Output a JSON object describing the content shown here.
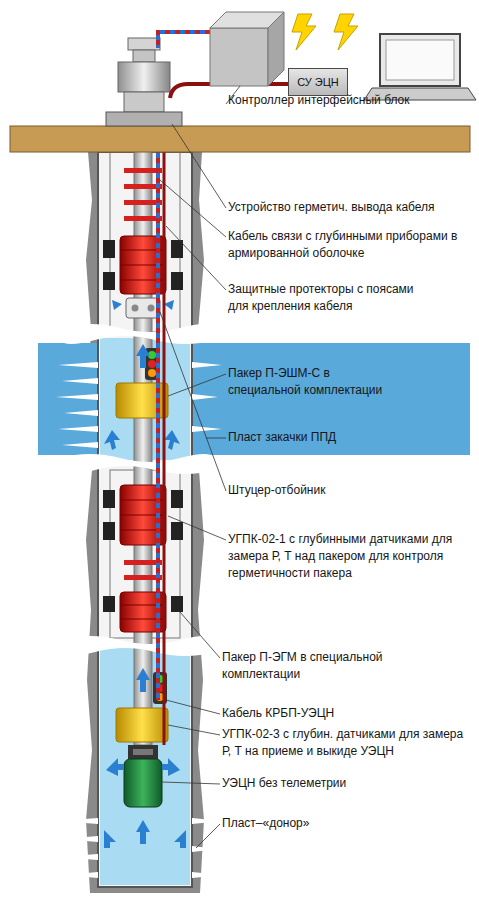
{
  "diagram": {
    "nodes": [
      {
        "text": [
          "СУ ЭЦН"
        ]
      }
    ],
    "labels": [
      "Контроллер интерфейсный блок",
      "Устройство герметич. вывода кабеля",
      "Кабель связи с глубинными приборами в армированной оболочке",
      "Защитные протекторы с поясами для крепления кабеля",
      "Пакер П-ЭШМ-С в специальной комплектации",
      "Пласт закачки ППД",
      "Штуцер-отбойник",
      "УГПК-02-1 с глубинными датчиками для замера Р, Т над пакером для контроля герметичности пакера",
      "Пакер П-ЭГМ в специальной комплектации",
      "Кабель КРБП-УЭЦН",
      "УГПК-02-3 с глубин. датчиками для замера Р, Т на приеме и выкиде УЭЦН",
      "УЭЦН без телеметрии",
      "Пласт–«донор»"
    ]
  }
}
